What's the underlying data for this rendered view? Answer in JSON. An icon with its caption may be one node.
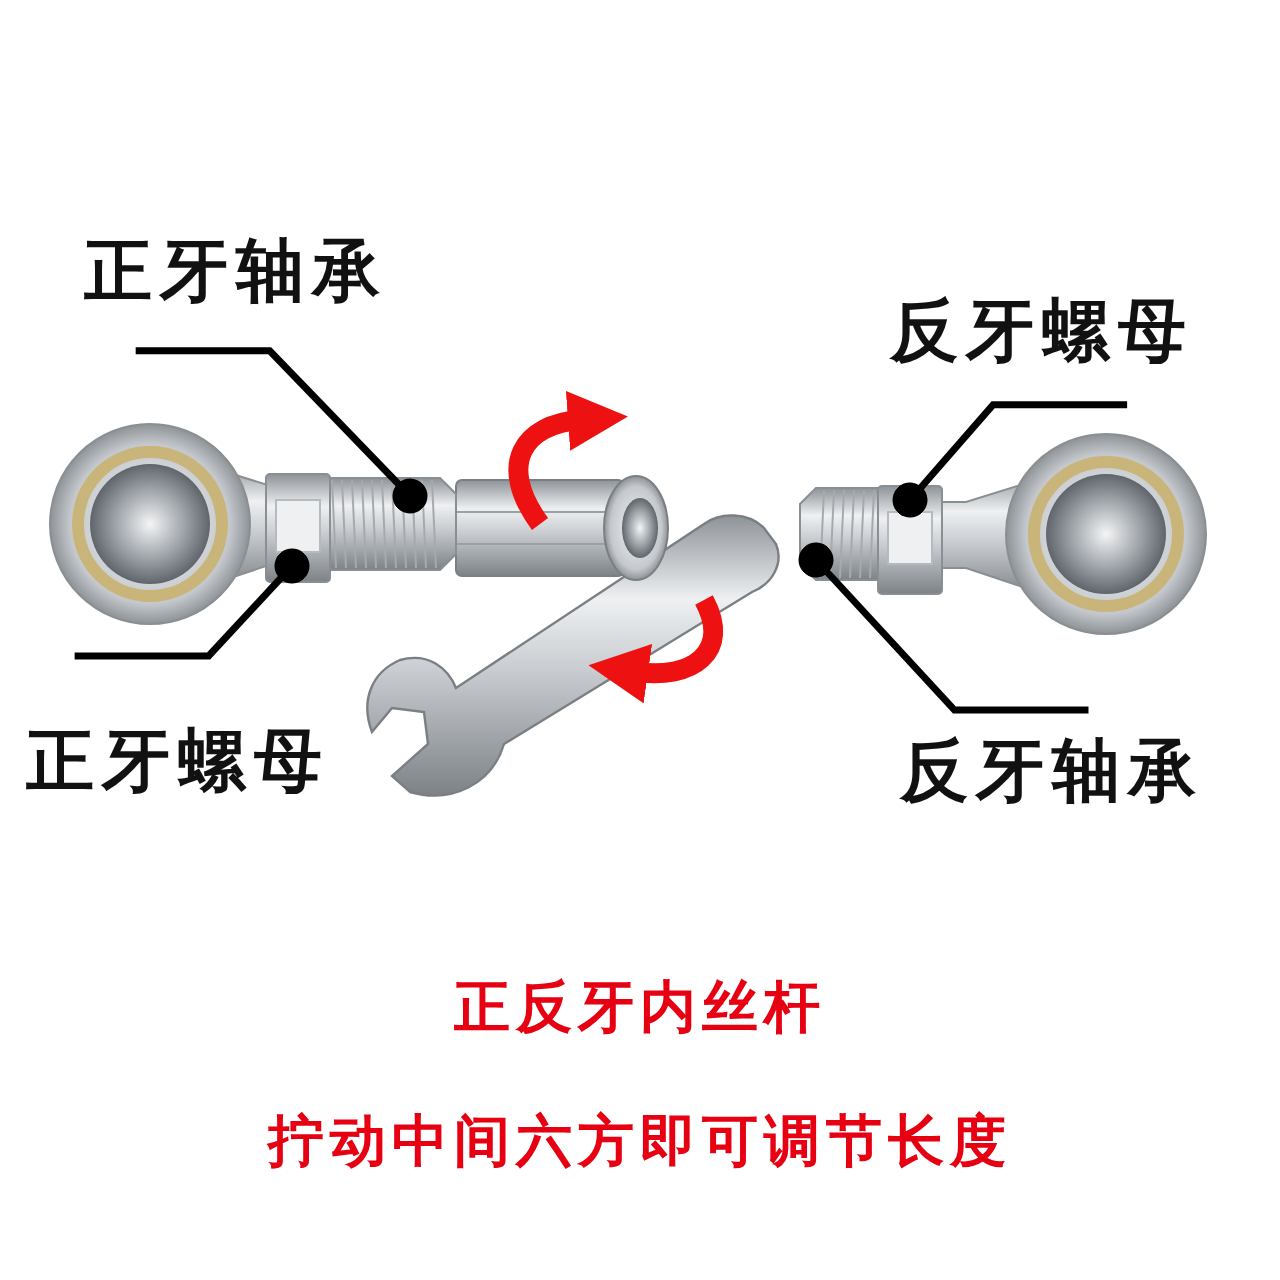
{
  "diagram": {
    "nodes": [
      {
        "text": [
          "正牙轴承"
        ]
      },
      {
        "text": [
          "反牙螺母"
        ]
      },
      {
        "text": [
          "正牙螺母"
        ]
      },
      {
        "text": [
          "反牙轴承"
        ]
      },
      {
        "text": [],
        "shape": "picture"
      },
      {
        "text": [],
        "shape": "picture",
        "in": 4
      },
      {
        "text": [],
        "shape": "picture",
        "in": 7
      },
      {
        "text": [],
        "shape": "picture"
      }
    ],
    "edges": [
      {
        "from": 0,
        "to": 4,
        "arrow": "other"
      },
      {
        "from": 2,
        "to": 5,
        "arrow": "other"
      },
      {
        "from": 1,
        "to": 6,
        "arrow": "other"
      },
      {
        "from": 3,
        "to": 7,
        "arrow": "other"
      }
    ],
    "labels": [
      "正反牙内丝杆",
      "拧动中间六方即可调节长度"
    ]
  }
}
